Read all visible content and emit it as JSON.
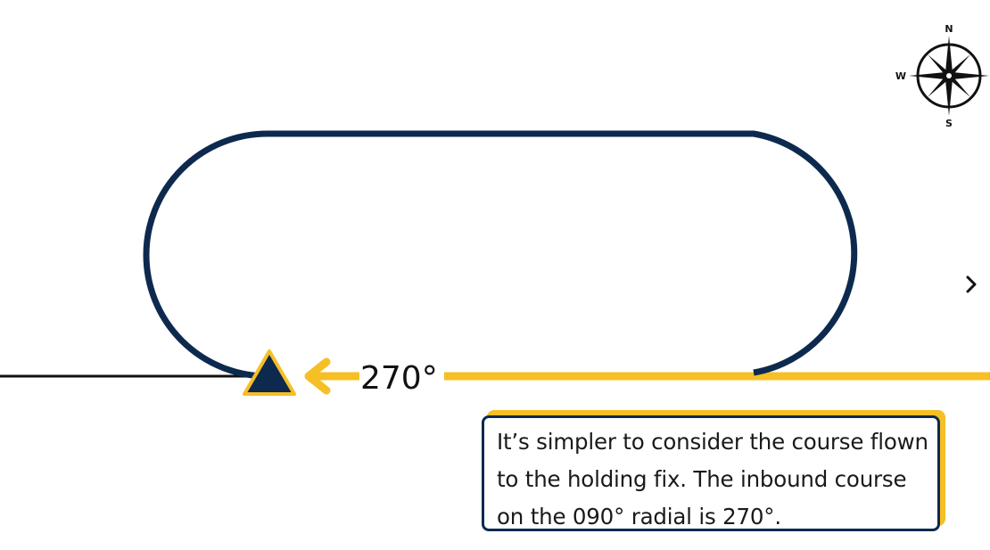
{
  "diagram": {
    "course_label": "270°",
    "callout_text": "It’s simpler to consider the course flown to the holding fix. The inbound course on the 090° radial is 270°."
  },
  "compass": {
    "north": "N",
    "south": "S",
    "west": "W"
  },
  "navigation": {
    "next_icon": "chevron-right-icon"
  },
  "colors": {
    "navy": "#0d2a4e",
    "yellow": "#f6bf26",
    "line": "#111111"
  }
}
